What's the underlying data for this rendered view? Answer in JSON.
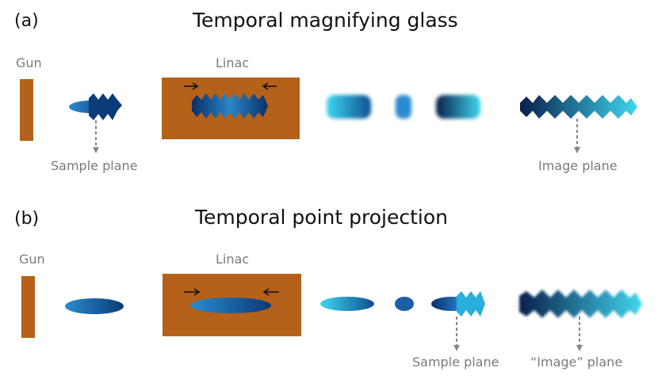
{
  "panel_a": {
    "tag": "(a)",
    "title": "Temporal magnifying glass",
    "gun_label": "Gun",
    "linac_label": "Linac",
    "sample_label": "Sample plane",
    "image_label": "Image plane"
  },
  "panel_b": {
    "tag": "(b)",
    "title": "Temporal point projection",
    "gun_label": "Gun",
    "linac_label": "Linac",
    "sample_label": "Sample plane",
    "image_label": "“Image” plane"
  },
  "colors": {
    "gun_linac": "#b5611a",
    "dark_blue": "#0a2a5e",
    "mid_blue": "#1f6db3",
    "light_cyan": "#3fd6ef",
    "label_gray": "#7a7a7a",
    "arrow_gray": "#888888"
  }
}
